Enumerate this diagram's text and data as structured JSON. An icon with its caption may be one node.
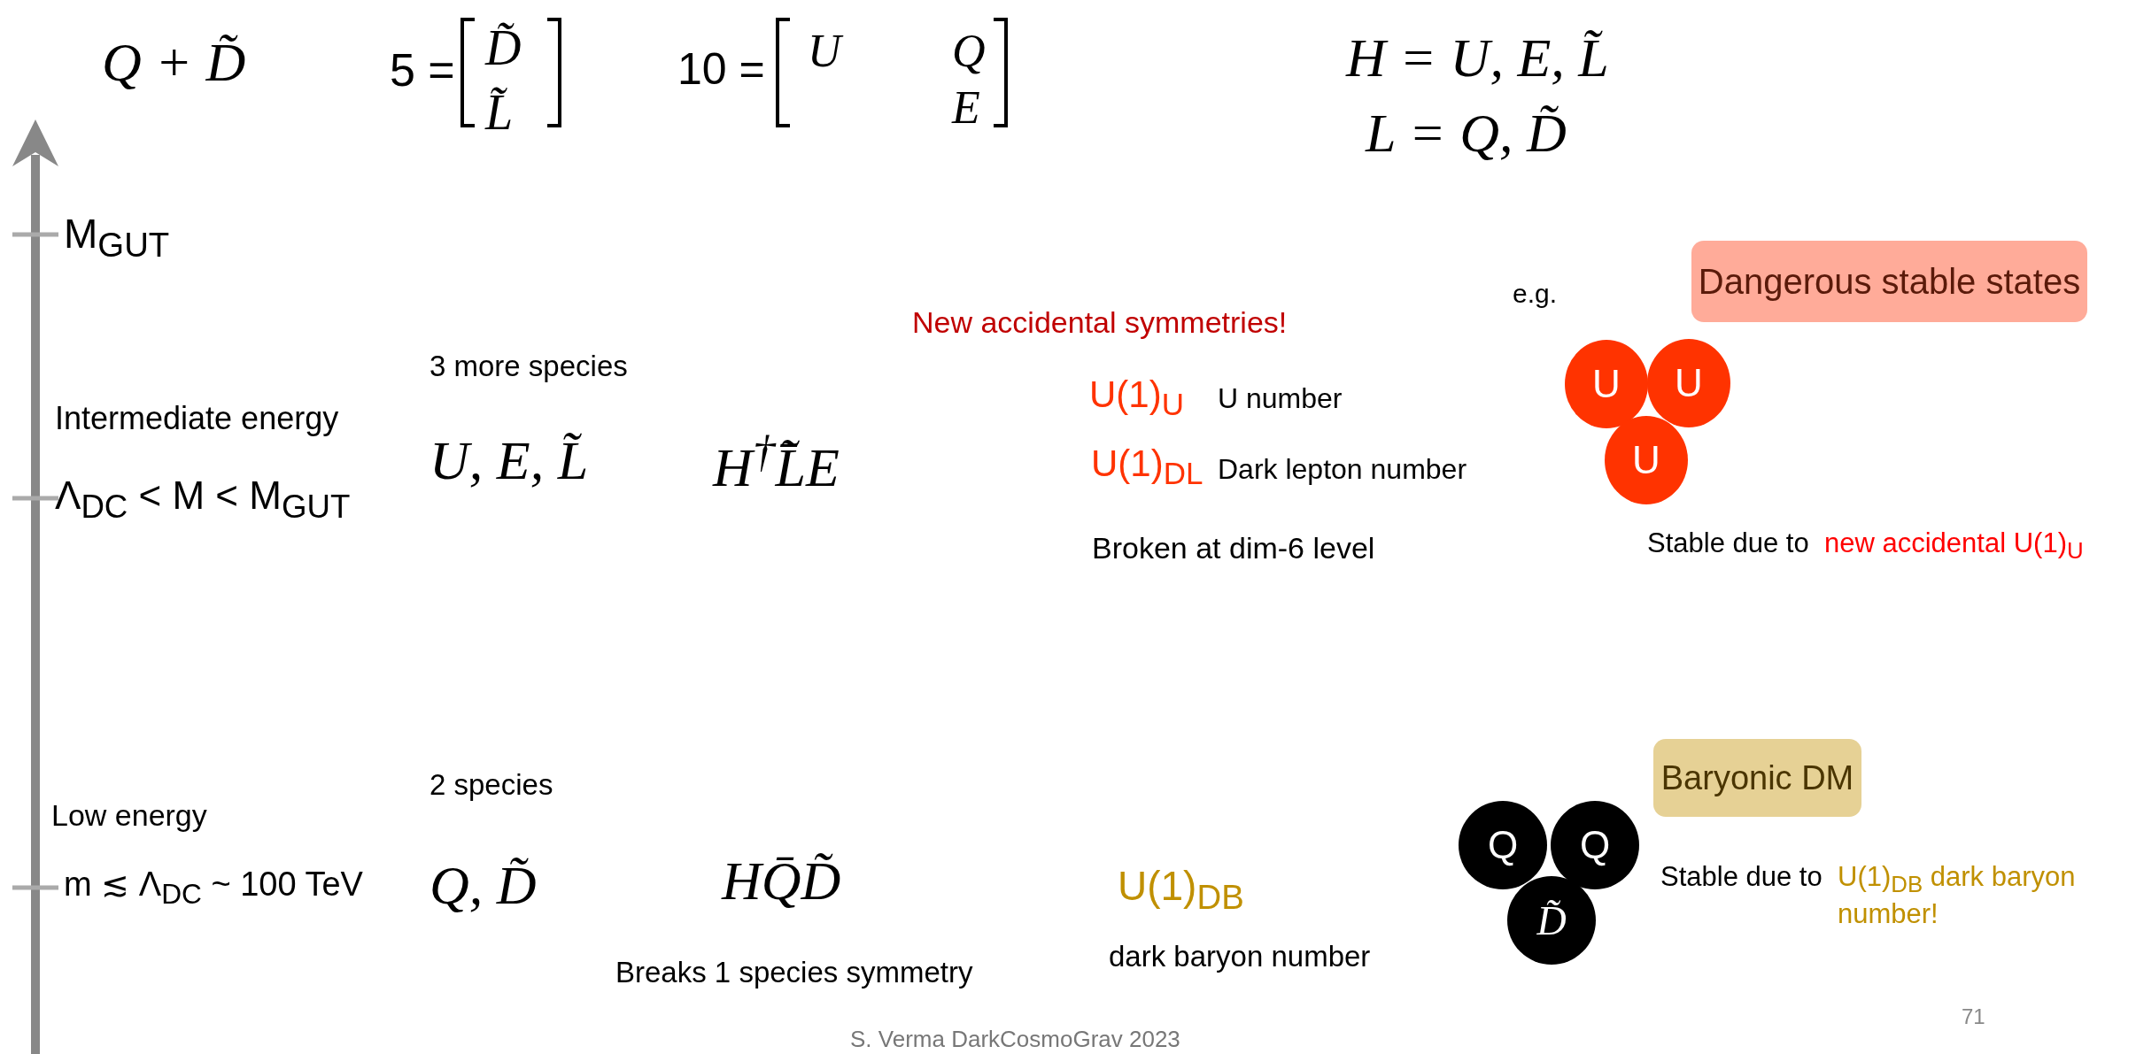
{
  "diagram": {
    "nodes": [
      {
        "text": [
          "Dangerous stable states"
        ]
      },
      {
        "text": [
          "U"
        ]
      },
      {
        "text": [
          "U"
        ]
      },
      {
        "text": [
          "U"
        ]
      },
      {
        "text": [
          "Baryonic DM"
        ]
      },
      {
        "text": [
          "Q"
        ]
      },
      {
        "text": [
          "Q"
        ]
      },
      {
        "text": [
          "D̃"
        ]
      }
    ],
    "edges": [],
    "labels": [
      "Q + D̃",
      "5 =",
      "D̃",
      "L̃",
      "10 =",
      "U",
      "Q",
      "E",
      "H = U, E, L̃",
      "L = Q, D̃",
      "M$_{GUT}$",
      "New accidental symmetries!",
      "e.g.",
      "3 more species",
      "Intermediate energy",
      "U(1)$_{U}$",
      "U number",
      "U, E, L̃",
      "H$^{†}$L̃̄E",
      "U(1)$_{DL}$",
      "Dark lepton number",
      "Λ$_{DC}$ < M < M$_{GUT}$",
      "Broken at dim-6 level",
      "Stable due to",
      "new accidental U(1)$_{U}$",
      "2 species",
      "Low energy",
      "Stable due to",
      "U(1)$_{DB}$ dark baryon number!",
      "m ≲ Λ$_{DC}$ ~ 100 TeV",
      "Q, D̃",
      "HQ̄D̃",
      "U(1)$_{DB}$",
      "Breaks 1 species symmetry",
      "dark baryon number",
      "71",
      "S. Verma DarkCosmoGrav 2023"
    ]
  }
}
